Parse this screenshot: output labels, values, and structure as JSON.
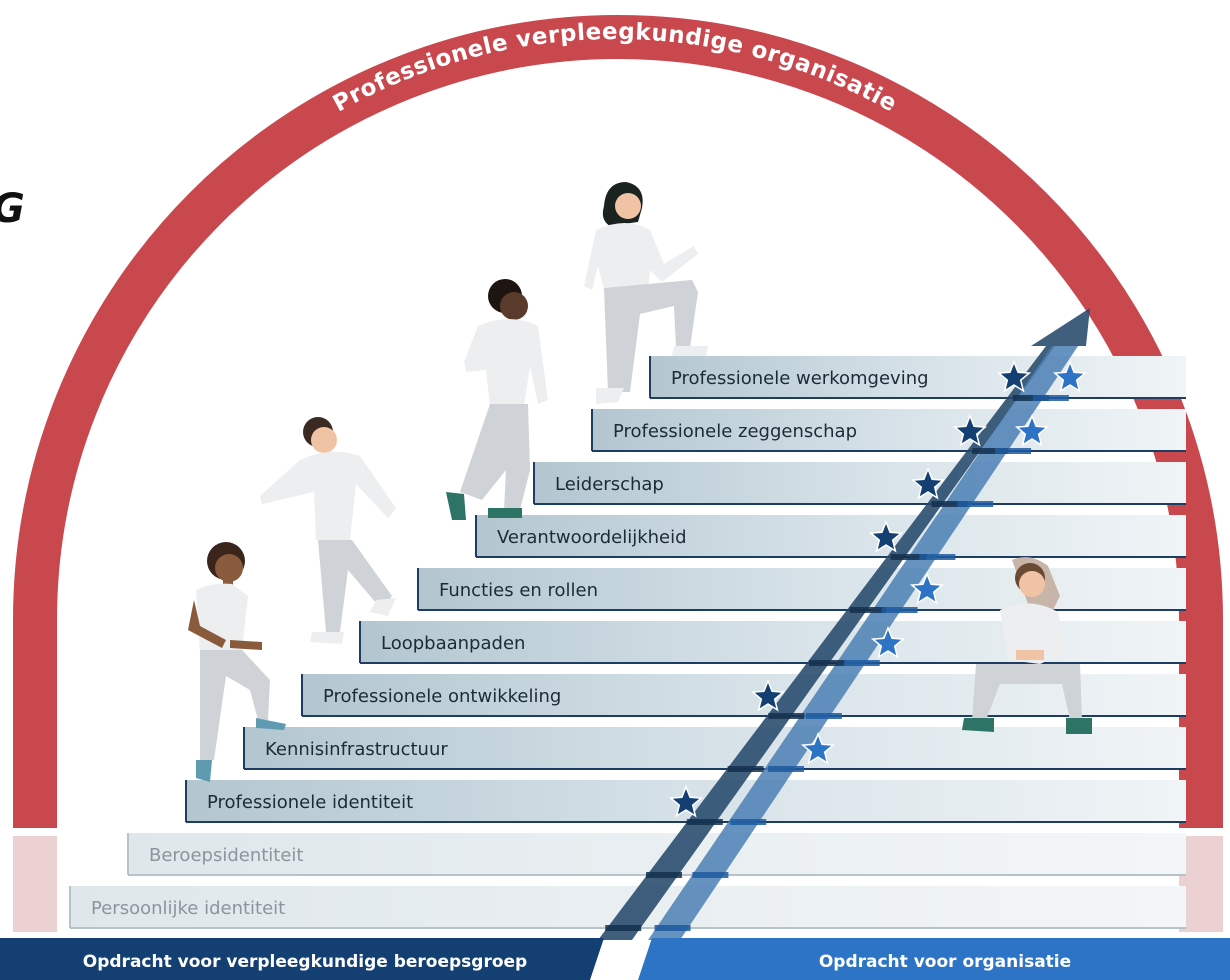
{
  "arch": {
    "title": "Professionele verpleegkundige organisatie",
    "color": "#c9484e"
  },
  "cut_off_letter": "G",
  "steps": [
    {
      "label": "Professionele werkomgeving"
    },
    {
      "label": "Professionele zeggenschap"
    },
    {
      "label": "Leiderschap"
    },
    {
      "label": "Verantwoordelijkheid"
    },
    {
      "label": "Functies en rollen"
    },
    {
      "label": "Loopbaanpaden"
    },
    {
      "label": "Professionele ontwikkeling"
    },
    {
      "label": "Kennisinfrastructuur"
    },
    {
      "label": "Professionele identiteit"
    },
    {
      "label": "Beroepsidentiteit"
    },
    {
      "label": "Persoonlijke identiteit"
    }
  ],
  "banners": {
    "left": "Opdracht voor verpleegkundige beroepsgroep",
    "right": "Opdracht voor organisatie"
  },
  "colors": {
    "dark_blue": "#143f73",
    "light_blue": "#2e74c6",
    "step_fill": "#cfdce3",
    "step_border": "#1d3d63"
  }
}
